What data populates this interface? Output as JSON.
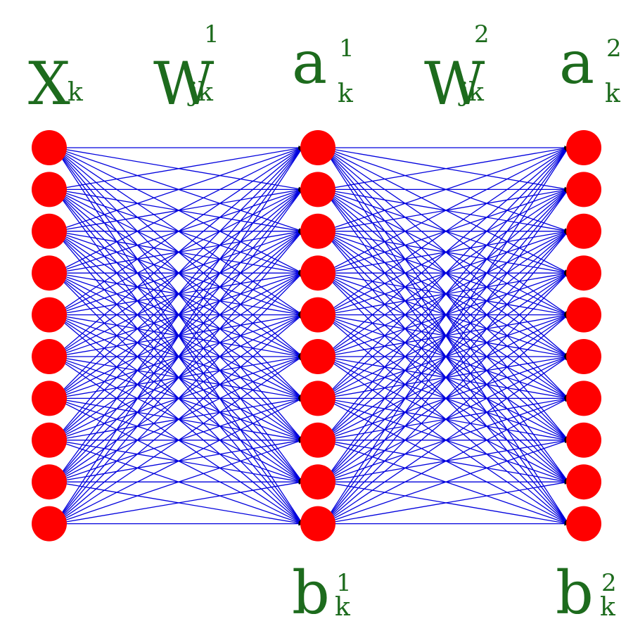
{
  "labels": {
    "input": {
      "base": "X",
      "sub": "k"
    },
    "weights1": {
      "base": "W",
      "sub": "jk",
      "sup": "1"
    },
    "act1": {
      "base": "a",
      "sub": "k",
      "sup": "1"
    },
    "weights2": {
      "base": "W",
      "sub": "jk",
      "sup": "2"
    },
    "act2": {
      "base": "a",
      "sub": "k",
      "sup": "2"
    },
    "bias1": {
      "base": "b",
      "sub": "k",
      "sup": "1"
    },
    "bias2": {
      "base": "b",
      "sub": "k",
      "sup": "2"
    }
  },
  "network": {
    "layers": [
      10,
      10,
      10
    ],
    "connectivity": "fully-connected",
    "arrowheads": true
  },
  "colors": {
    "node": "#ff0000",
    "edge": "#0000dd",
    "arrow": "#000000",
    "label": "#1d6b1d",
    "background": "#ffffff"
  }
}
